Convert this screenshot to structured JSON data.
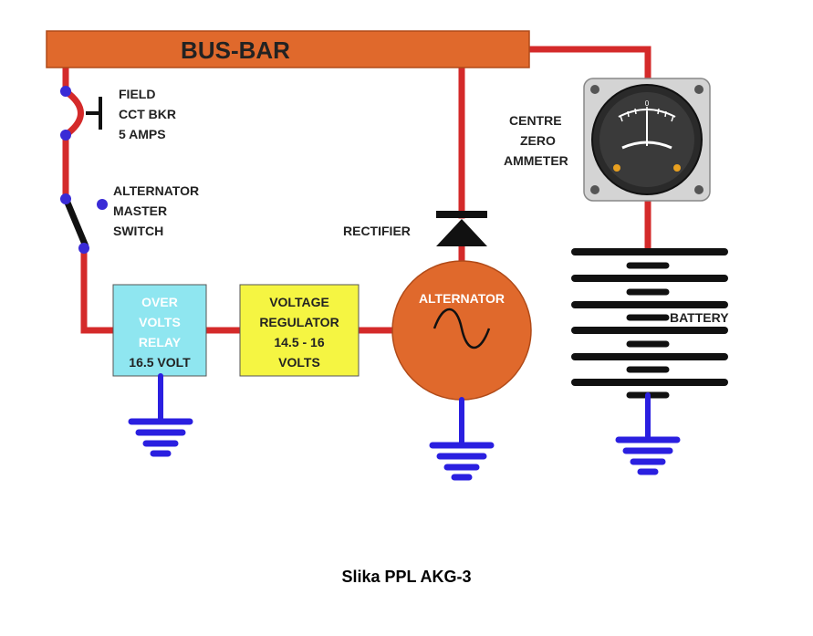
{
  "diagram": {
    "busbar": "BUS-BAR",
    "field_cct_bkr": [
      "FIELD",
      "CCT BKR",
      "5 AMPS"
    ],
    "alternator_master_switch": [
      "ALTERNATOR",
      "MASTER",
      "SWITCH"
    ],
    "over_volts_relay": [
      "OVER",
      "VOLTS",
      "RELAY",
      "16.5 VOLT"
    ],
    "voltage_regulator": [
      "VOLTAGE",
      "REGULATOR",
      "14.5 - 16",
      "VOLTS"
    ],
    "alternator": "ALTERNATOR",
    "rectifier": "RECTIFIER",
    "centre_zero_ammeter": [
      "CENTRE",
      "ZERO",
      "AMMETER"
    ],
    "battery": "BATTERY",
    "ammeter_dial_text": "0",
    "colors": {
      "wire": "#d42a2a",
      "busbar": "#e0692c",
      "ground": "#2a1fe0",
      "relay_box": "#8fe6f0",
      "regulator_box": "#f5f542",
      "alternator_fill": "#e0692c",
      "terminal": "#3a2bd6",
      "battery_plate": "#111111"
    }
  },
  "caption": "Slika PPL AKG-3"
}
